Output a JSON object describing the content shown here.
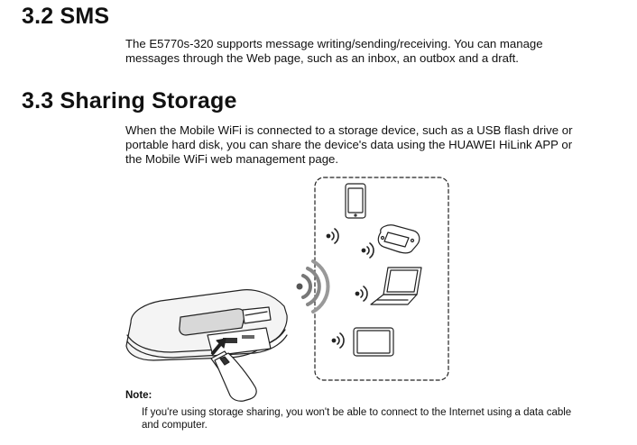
{
  "section_sms": {
    "heading": "3.2 SMS",
    "line1": "The E5770s-320 supports message writing/sending/receiving. You can manage",
    "line2": "messages through the Web page, such as an inbox, an outbox and a draft."
  },
  "section_storage": {
    "heading": "3.3 Sharing Storage",
    "line1": "When the Mobile WiFi is connected to a storage device, such as a USB flash drive or",
    "line2": "portable hard disk, you can share the device's data using the HUAWEI HiLink APP or",
    "line3": "the Mobile WiFi web management page."
  },
  "note": {
    "label": "Note:",
    "line1": "If you're using storage sharing, you won't be able to connect to the Internet using a data cable",
    "line2": "and computer."
  }
}
